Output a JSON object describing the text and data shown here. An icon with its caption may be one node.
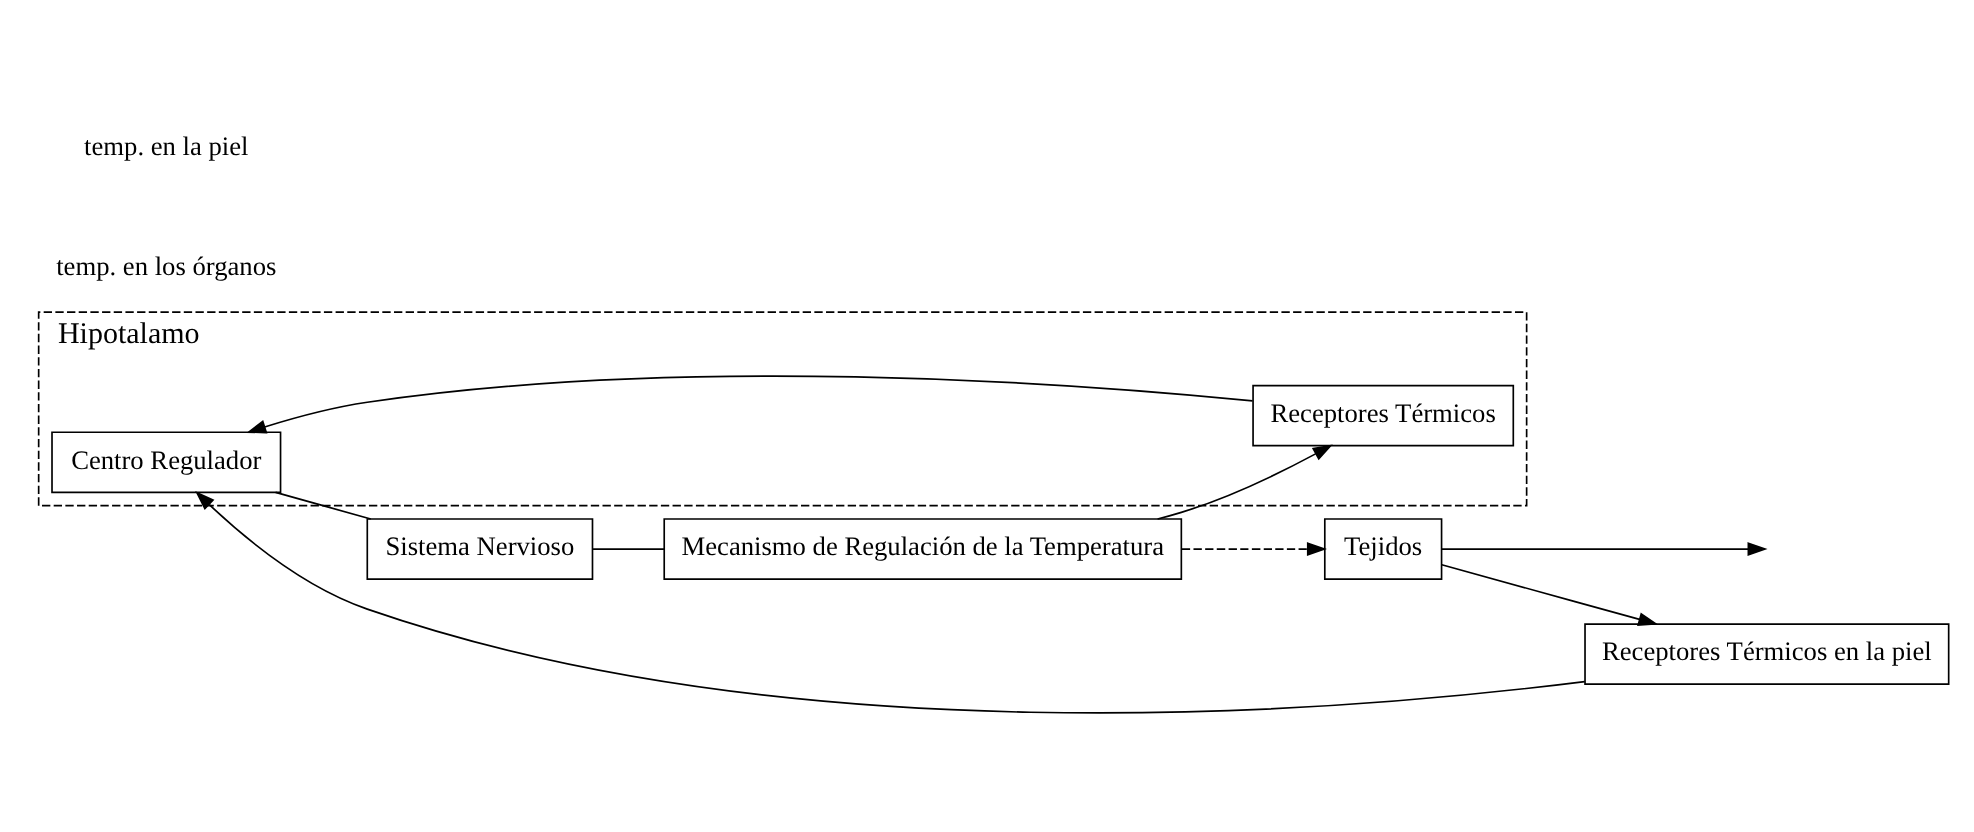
{
  "diagram": {
    "nodes": [
      {
        "text": [
          "Hipotalamo"
        ]
      },
      {
        "text": [
          "Centro Regulador"
        ],
        "in": 0
      },
      {
        "text": [
          "Receptores Térmicos"
        ],
        "in": 0
      },
      {
        "text": [
          "Sistema Nervioso"
        ]
      },
      {
        "text": [
          "Mecanismo de Regulación de la Temperatura"
        ]
      },
      {
        "text": [
          "Tejidos"
        ]
      },
      {
        "text": [
          "Receptores Térmicos en la piel"
        ]
      }
    ],
    "edges": [
      {
        "from": 2,
        "to": 1,
        "arrow": "to"
      },
      {
        "from": 1,
        "to": 3,
        "arrow": "none"
      },
      {
        "from": 3,
        "to": 4,
        "arrow": "none"
      },
      {
        "from": 4,
        "to": 5,
        "arrow": "to",
        "style": "dashed"
      },
      {
        "from": 4,
        "to": 2,
        "arrow": "to"
      },
      {
        "from": 5,
        "to": null,
        "arrow": "to"
      },
      {
        "from": 5,
        "to": 6,
        "arrow": "to"
      },
      {
        "from": 6,
        "to": 1,
        "arrow": "to"
      }
    ],
    "labels": [
      "temp. en los órganos",
      "temp. en la piel"
    ]
  }
}
